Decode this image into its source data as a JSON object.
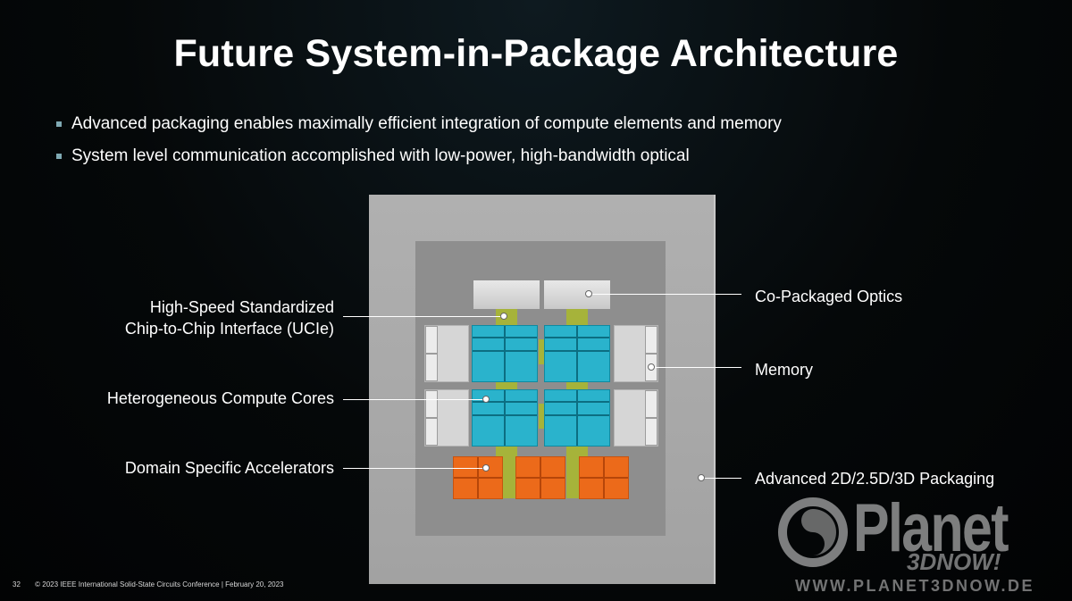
{
  "slide": {
    "title": "Future System-in-Package Architecture",
    "bullets": [
      "Advanced packaging enables maximally efficient integration of compute elements and memory",
      "System level communication accomplished with low-power, high-bandwidth optical"
    ]
  },
  "diagram": {
    "callouts_left": {
      "ucie_line1": "High-Speed Standardized",
      "ucie_line2": "Chip-to-Chip Interface (UCIe)",
      "cores": "Heterogeneous Compute Cores",
      "accelerators": "Domain Specific Accelerators"
    },
    "callouts_right": {
      "optics": "Co-Packaged Optics",
      "memory": "Memory",
      "packaging": "Advanced 2D/2.5D/3D Packaging"
    },
    "colors": {
      "compute_core": "#2ab3cc",
      "accelerator": "#ec6a1a",
      "ucie_bridge": "#a6b33a",
      "optics": "#dcdcdc",
      "memory": "#d6d6d6",
      "package": "#aaaaaa"
    }
  },
  "footer": {
    "page_number": "32",
    "text": "© 2023 IEEE International Solid-State Circuits Conference  |  February 20, 2023"
  },
  "watermark": {
    "brand": "Planet",
    "sub": "3DNOW!",
    "url": "WWW.PLANET3DNOW.DE",
    "logo_icon": "planet-swirl-icon"
  }
}
